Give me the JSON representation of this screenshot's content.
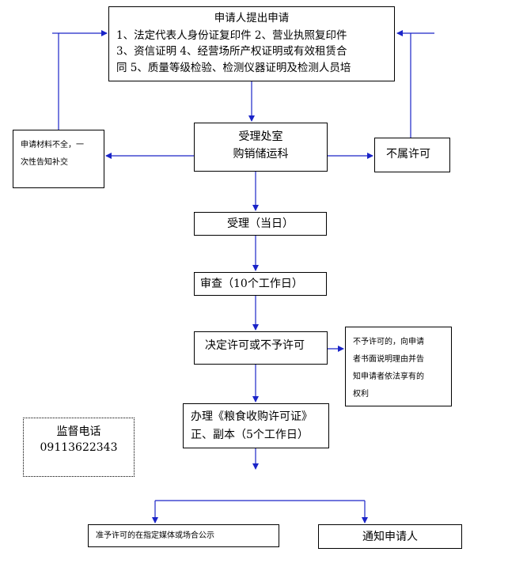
{
  "colors": {
    "line": "#1a24c8",
    "border": "#000000",
    "text": "#000000",
    "background": "#ffffff"
  },
  "nodes": {
    "apply": {
      "lines": [
        "申请人提出申请",
        "1、法定代表人身份证复印件 2、营业执照复印件",
        "3、资信证明 4、经营场所产权证明或有效租赁合",
        "同 5、质量等级检验、检测仪器证明及检测人员培"
      ]
    },
    "incomplete": {
      "lines": [
        "申请材料不全，一",
        "次性告知补交"
      ]
    },
    "office": {
      "lines": [
        "受理处室",
        "购销储运科"
      ]
    },
    "not_licensed": {
      "lines": [
        "不属许可"
      ]
    },
    "accept": {
      "lines": [
        "受理（当日）"
      ]
    },
    "review": {
      "lines": [
        "审查（10个工作日）"
      ]
    },
    "decide": {
      "lines": [
        "决定许可或不予许可"
      ]
    },
    "refuse_note": {
      "lines": [
        "不予许可的，向申请",
        "者书面说明理由并告",
        "知申请者依法享有的",
        "权利"
      ]
    },
    "issue": {
      "lines": [
        "办理《粮食收购许可证》",
        "正、副本（5个工作日）"
      ]
    },
    "supervise": {
      "lines": [
        "监督电话",
        "09113622343"
      ]
    },
    "publish": {
      "lines": [
        "准予许可的在指定媒体或场合公示"
      ]
    },
    "notify": {
      "lines": [
        "通知申请人"
      ]
    }
  }
}
